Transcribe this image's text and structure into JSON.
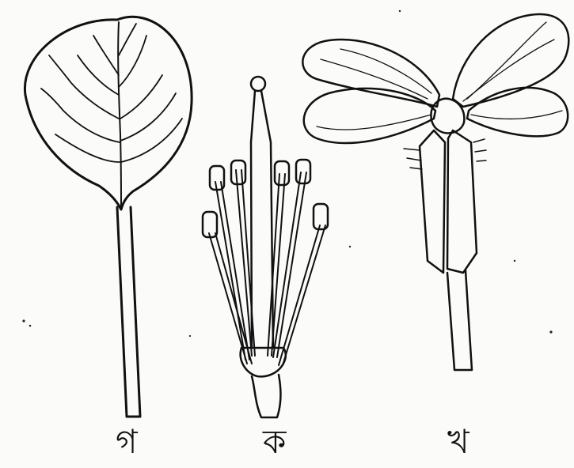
{
  "figure": {
    "panels": [
      {
        "id": "leaf",
        "label": "গ"
      },
      {
        "id": "stamens-pistil",
        "label": "ক"
      },
      {
        "id": "flower",
        "label": "খ"
      }
    ],
    "colors": {
      "ink": "#111111",
      "paper": "#fbfbfa"
    }
  }
}
